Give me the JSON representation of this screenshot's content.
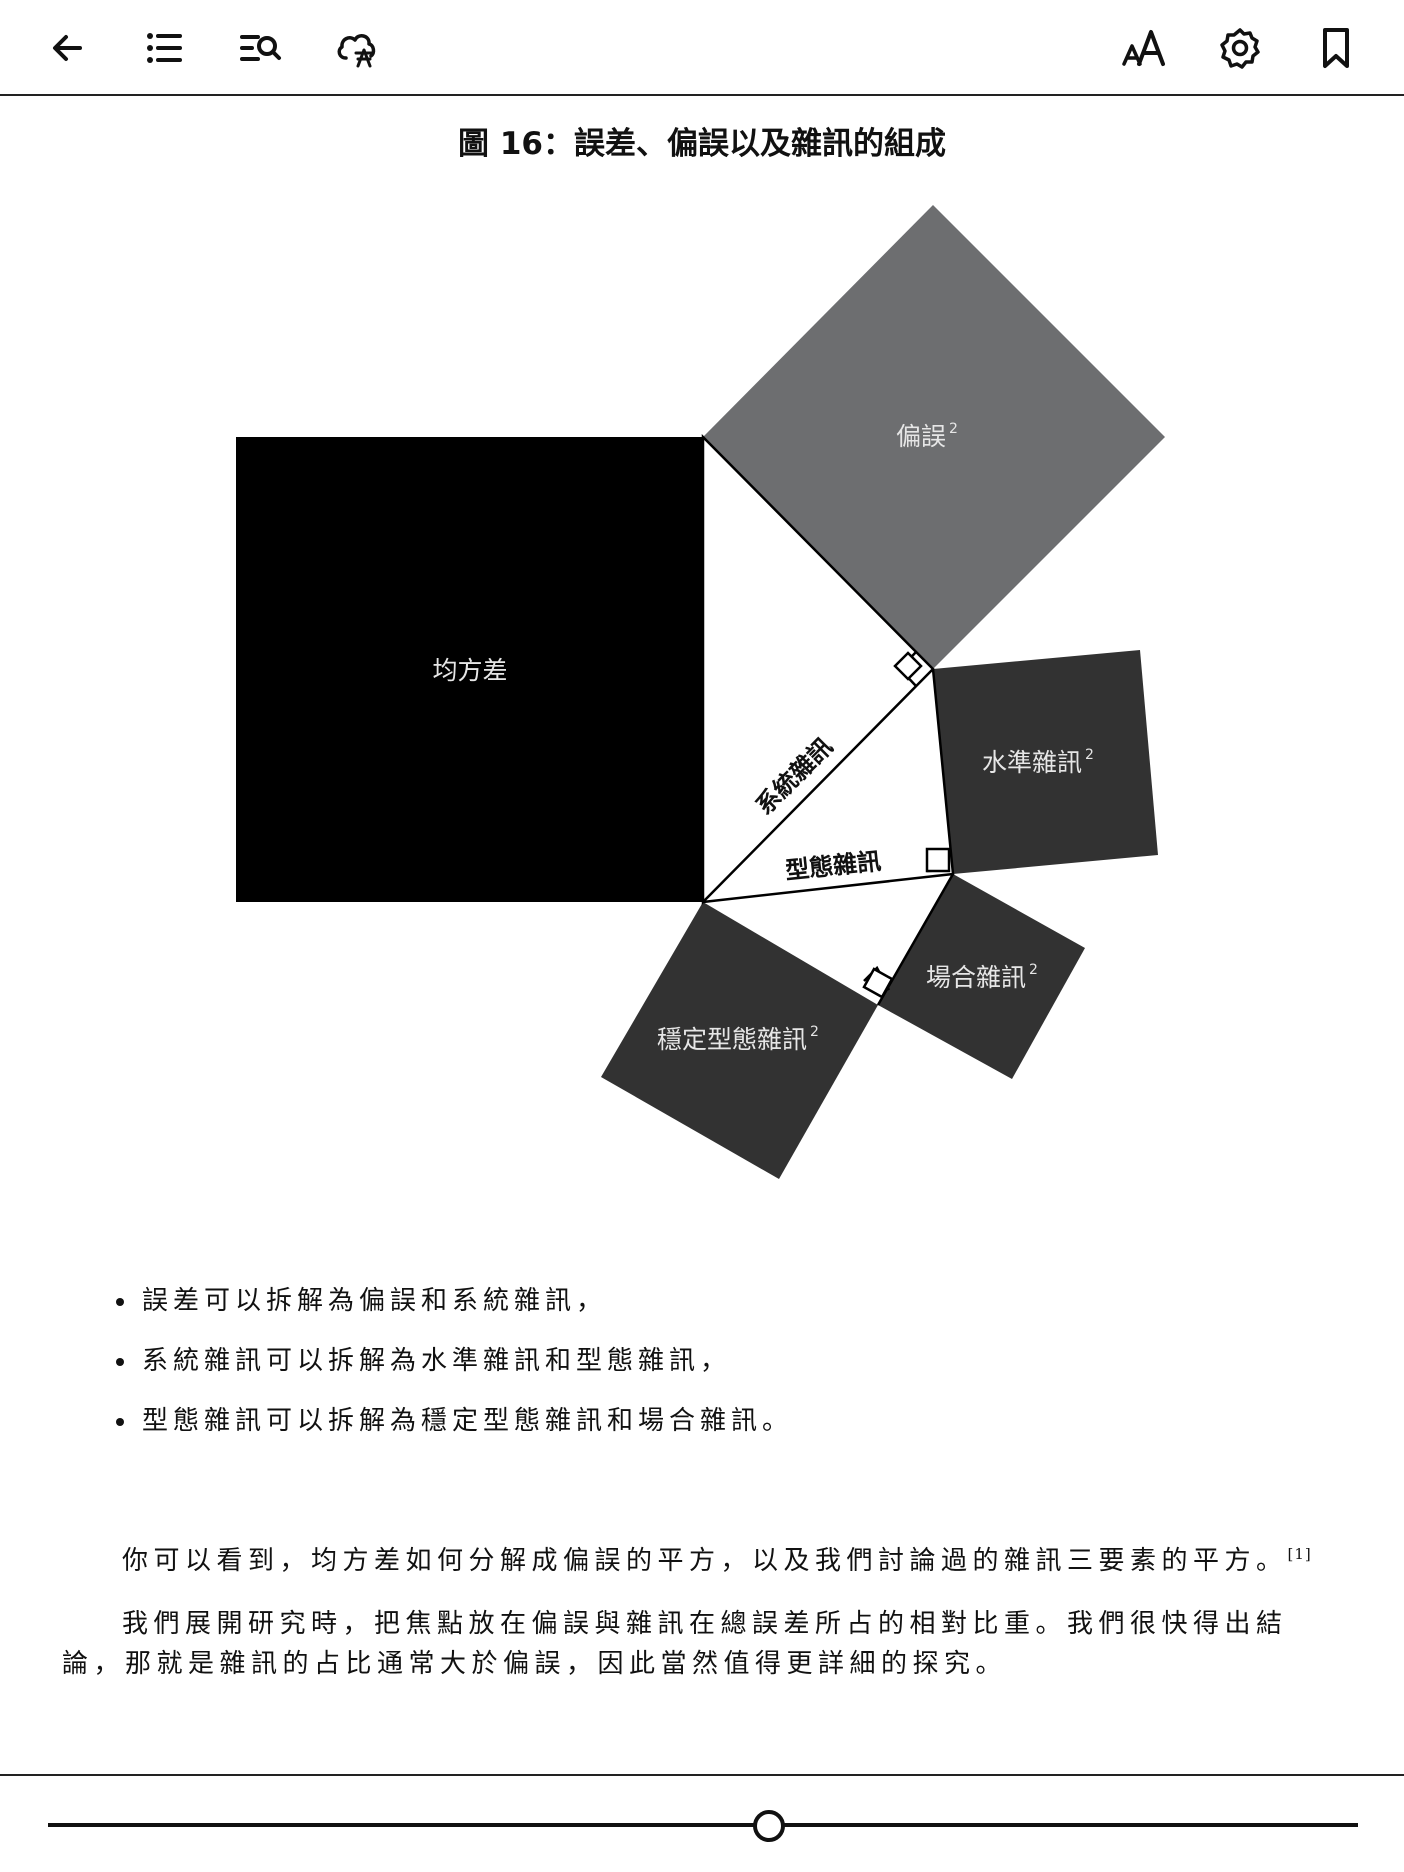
{
  "toolbar": {
    "left_icons": [
      "back-arrow-icon",
      "table-of-contents-icon",
      "search-in-book-icon",
      "cloud-sync-icon"
    ],
    "right_icons": [
      "font-size-icon",
      "settings-gear-icon",
      "bookmark-icon"
    ]
  },
  "figure": {
    "title": "圖 16：誤差、偏誤以及雜訊的組成",
    "labels": {
      "mse": "均方差",
      "bias": "偏誤",
      "level_noise": "水準雜訊",
      "occasion_noise": "場合雜訊",
      "stable_pattern_noise": "穩定型態雜訊",
      "system_noise": "系統雜訊",
      "pattern_noise": "型態雜訊",
      "squared": "2"
    },
    "colors": {
      "mse": "#000000",
      "bias": "#6d6e70",
      "noise_squares": "#323232",
      "label_on_dark": "#e6e6e6"
    }
  },
  "bullets": [
    "誤差可以拆解為偏誤和系統雜訊，",
    "系統雜訊可以拆解為水準雜訊和型態雜訊，",
    "型態雜訊可以拆解為穩定型態雜訊和場合雜訊。"
  ],
  "paragraphs": {
    "p1": "你可以看到，均方差如何分解成偏誤的平方，以及我們討論過的雜訊三要素的平方。",
    "p1_note": "[1]",
    "p2_line1": "我們展開研究時，把焦點放在偏誤與雜訊在總誤差所占的相對比重。我們很快得出結",
    "p2_line2": "論，那就是雜訊的占比通常大於偏誤，因此當然值得更詳細的探究。"
  },
  "reading_progress": 0.55
}
